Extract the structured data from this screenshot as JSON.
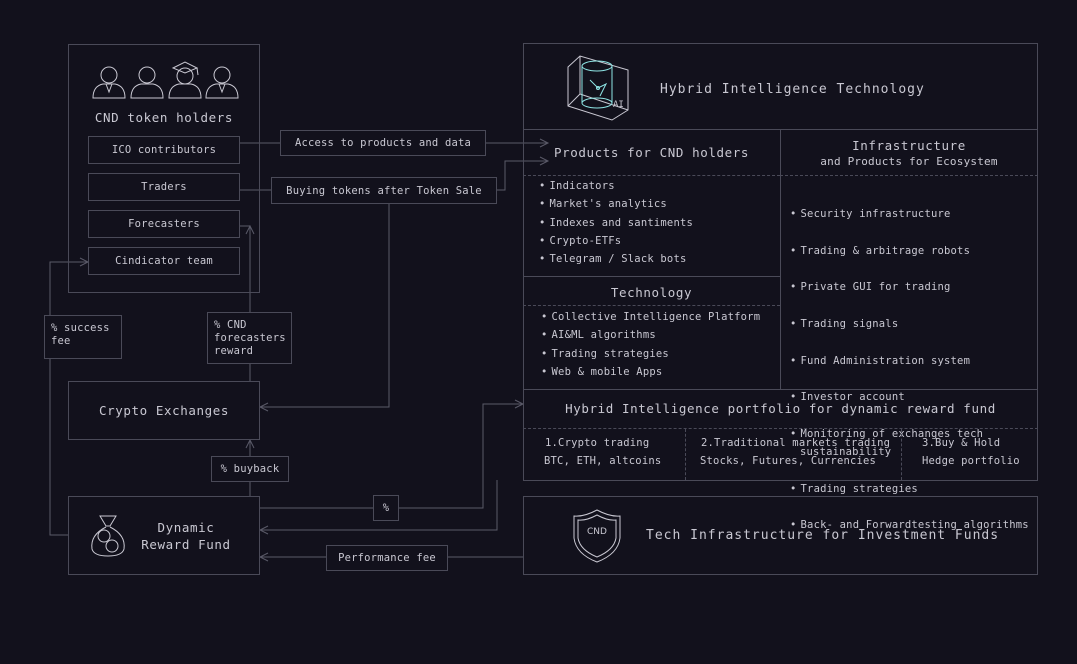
{
  "holders": {
    "title": "CND token holders",
    "items": [
      "ICO contributors",
      "Traders",
      "Forecasters",
      "Cindicator team"
    ]
  },
  "flows": {
    "access": "Access to products and data",
    "buying": "Buying tokens after Token Sale",
    "success_fee": "% success\nfee",
    "cnd_reward": "% CND\nforecasters\nreward",
    "buyback": "% buyback",
    "percent": "%",
    "performance_fee": "Performance fee"
  },
  "exchanges": {
    "title": "Crypto Exchanges"
  },
  "reward_fund": {
    "title": "Dynamic\nReward Fund"
  },
  "hybrid": {
    "title": "Hybrid Intelligence Technology",
    "ai_badge": "AI"
  },
  "products": {
    "title": "Products for CND holders",
    "items": [
      "Indicators",
      "Market's analytics",
      "Indexes and santiments",
      "Crypto-ETFs",
      "Telegram / Slack bots"
    ]
  },
  "technology": {
    "title": "Technology",
    "items": [
      "Collective Intelligence Platform",
      "AI&ML algorithms",
      "Trading strategies",
      "Web & mobile Apps"
    ]
  },
  "infrastructure": {
    "title": "Infrastructure",
    "subtitle": "and Products for Ecosystem",
    "items": [
      "Security infrastructure",
      "Trading & arbitrage robots",
      "Private GUI for trading",
      "Trading signals",
      "Fund Administration system",
      "Investor account",
      "Monitoring of exchanges tech\nsustainability",
      "Trading strategies",
      "Back- and Forwardtesting algorithms"
    ]
  },
  "portfolio": {
    "title": "Hybrid Intelligence portfolio for dynamic reward fund",
    "columns": [
      {
        "name": "1.Crypto trading",
        "detail": "BTC, ETH, altcoins"
      },
      {
        "name": "2.Traditional markets trading",
        "detail": "Stocks, Futures, Currencies"
      },
      {
        "name": "3.Buy & Hold",
        "detail": "Hedge portfolio"
      }
    ]
  },
  "tech_infra": {
    "title": "Tech Infrastructure for Investment Funds",
    "badge": "CND"
  }
}
